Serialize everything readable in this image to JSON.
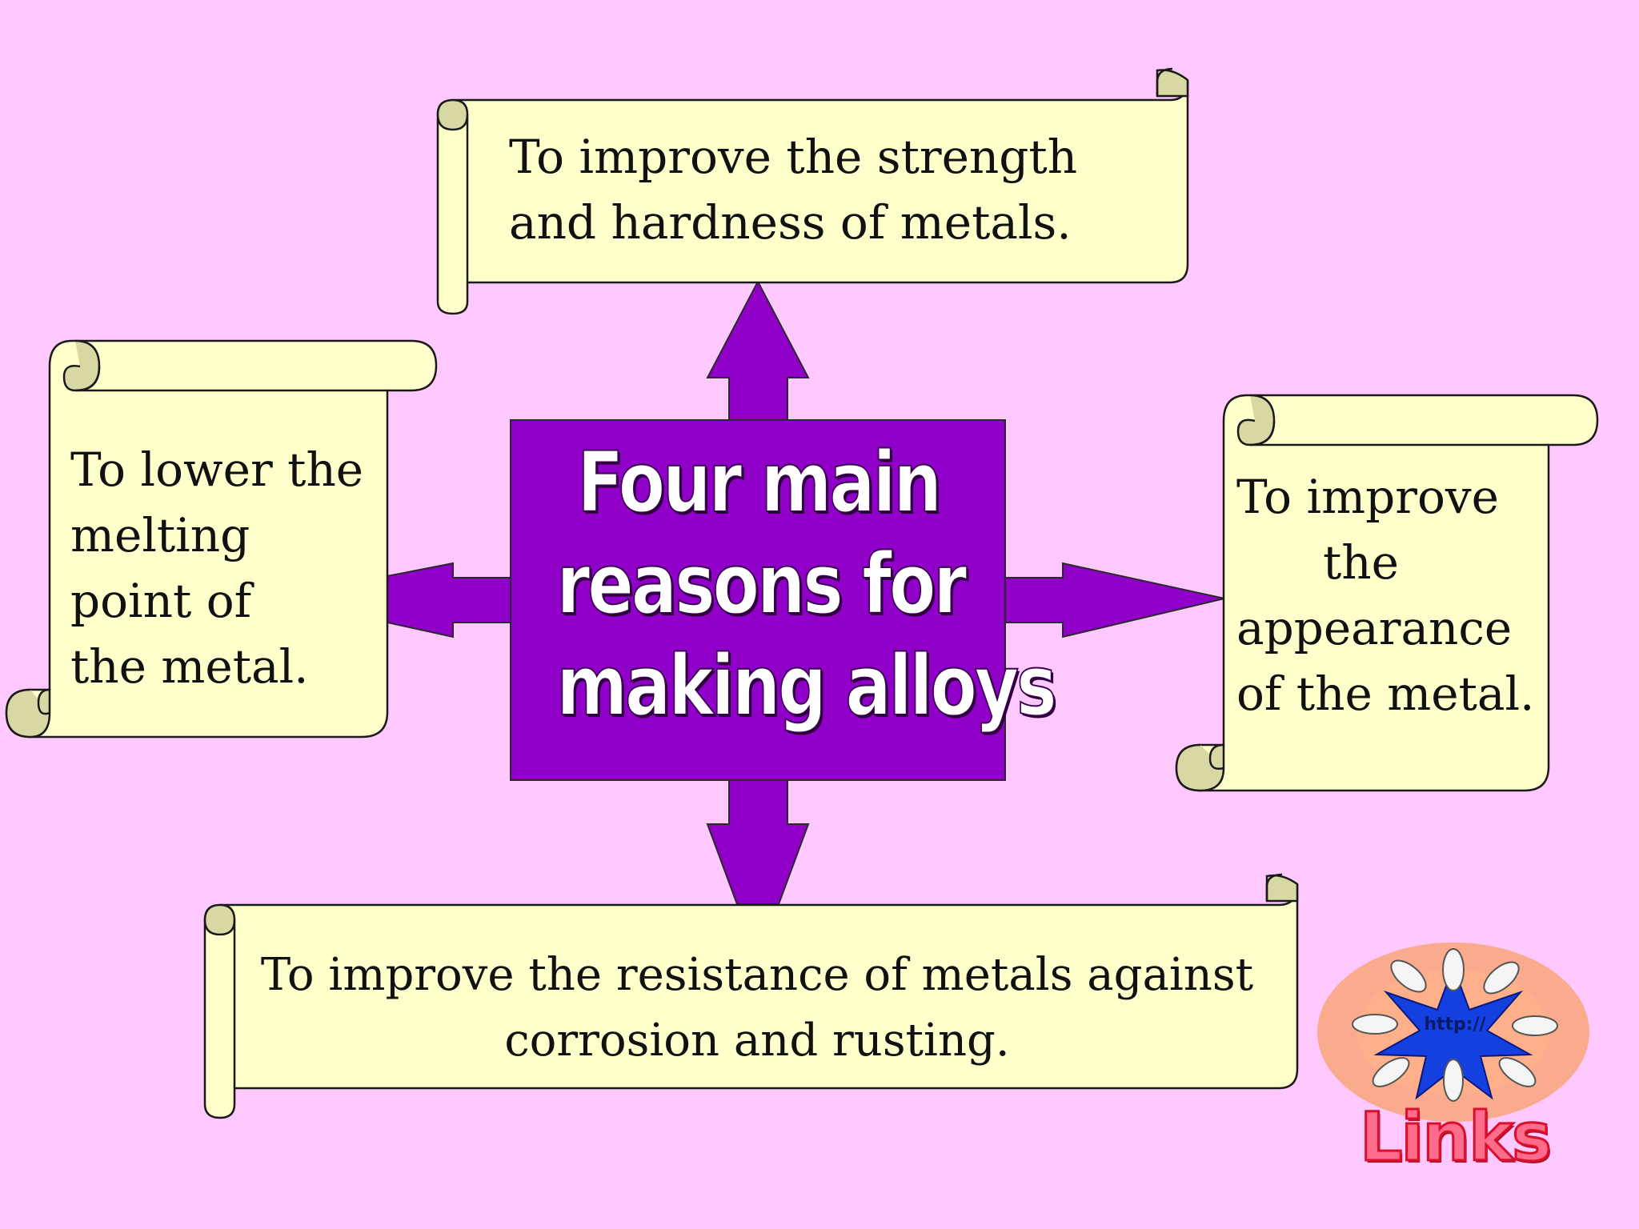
{
  "center": {
    "lines": [
      "Four main",
      "reasons for",
      "making alloys"
    ]
  },
  "reasons": {
    "top": [
      "To improve the strength",
      "and hardness of metals."
    ],
    "left": [
      "To lower the",
      "melting",
      "point of",
      "the metal."
    ],
    "right": [
      "To improve",
      "the",
      "appearance",
      "of the metal."
    ],
    "bottom": [
      "To improve the resistance of metals against",
      "corrosion and rusting."
    ]
  },
  "links_badge": {
    "word": "Links",
    "url_text": "http://"
  },
  "colors": {
    "background": "#ffc8ff",
    "center_box": "#9000c8",
    "arrows": "#9000c8",
    "scroll_fill": "#ffffcc",
    "scroll_curl": "#d8d8a4",
    "outline": "#2a2a2a"
  }
}
